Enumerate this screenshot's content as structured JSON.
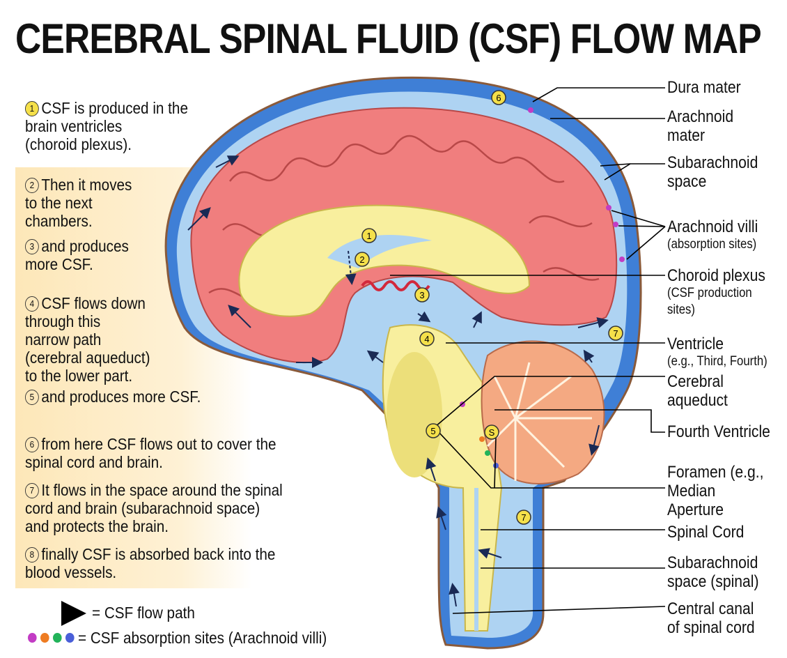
{
  "title": "CEREBRAL SPINAL FLUID (CSF) FLOW MAP",
  "steps": [
    {
      "num": "1",
      "text": "CSF is produced in the\nbrain ventricles\n(choroid plexus)."
    },
    {
      "num": "2",
      "text": "Then it moves\nto the next\nchambers."
    },
    {
      "num": "3",
      "text": "and produces\nmore CSF."
    },
    {
      "num": "4",
      "text": "CSF flows down\nthrough this\nnarrow path\n(cerebral aqueduct)\nto the lower part."
    },
    {
      "num": "5",
      "text": "and produces more CSF."
    },
    {
      "num": "6",
      "text": "from here CSF flows out to cover the\nspinal cord and brain."
    },
    {
      "num": "7",
      "text": "It flows in the space around the spinal\ncord and brain (subarachnoid space)\nand protects the brain."
    },
    {
      "num": "8",
      "text": "finally CSF is absorbed back into the\nblood vessels."
    }
  ],
  "labels": {
    "dura": "Dura mater",
    "arachnoid": "Arachnoid\nmater",
    "subarachnoid": "Subarachnoid\nspace",
    "villi": "Arachnoid villi",
    "villi_sub": "(absorption sites)",
    "choroid": "Choroid plexus",
    "choroid_sub": "(CSF production\nsites)",
    "ventricle": "Ventricle",
    "ventricle_sub": "(e.g., Third, Fourth)",
    "aqueduct": "Cerebral\naqueduct",
    "fourth": "Fourth Ventricle",
    "foramen": "Foramen (e.g.,\nMedian\nAperture",
    "spinal_cord": "Spinal Cord",
    "sub_spinal": "Subarachnoid\nspace (spinal)",
    "central_canal": "Central canal\nof spinal cord"
  },
  "markers": [
    "1",
    "2",
    "3",
    "4",
    "5",
    "S",
    "6",
    "7"
  ],
  "legend": {
    "flow": "= CSF flow path",
    "absorption": "= CSF absorption sites (Arachnoid villi)",
    "dot_colors": [
      "#c23cc4",
      "#ee7c22",
      "#22b35a",
      "#4a5fd8"
    ]
  },
  "colors": {
    "dura": "#3f7fd6",
    "csf": "#aed3f2",
    "cortex": "#f07e7e",
    "white_matter": "#f8ef9e",
    "cerebellum": "#f4a982",
    "marker": "#f5e04a"
  }
}
